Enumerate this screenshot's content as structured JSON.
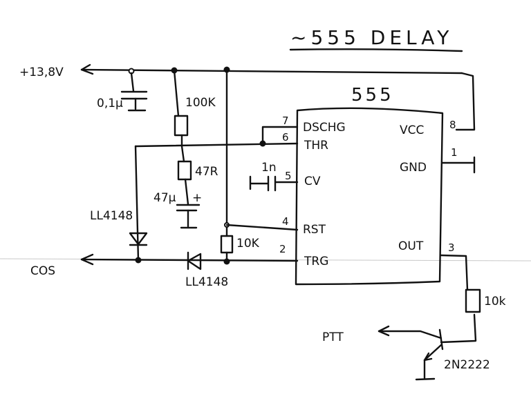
{
  "title": "~555 DELAY",
  "nets": {
    "supply": "+13,8V",
    "cos": "COS",
    "ptt": "PTT"
  },
  "ic": {
    "name": "555",
    "pins": [
      {
        "num": "7",
        "label": "DSCHG"
      },
      {
        "num": "6",
        "label": "THR"
      },
      {
        "num": "5",
        "label": "CV"
      },
      {
        "num": "4",
        "label": "RST"
      },
      {
        "num": "2",
        "label": "TRG"
      },
      {
        "num": "8",
        "label": "VCC"
      },
      {
        "num": "1",
        "label": "GND"
      },
      {
        "num": "3",
        "label": "OUT"
      }
    ]
  },
  "components": {
    "c_supply": "0,1µ",
    "r_timing": "100K",
    "r_series": "47R",
    "c_timing": "47µ",
    "c_timing_polarity": "+",
    "c_cv": "1n",
    "r_pullup": "10K",
    "d_left": "LL4148",
    "d_bottom": "LL4148",
    "r_base": "10k",
    "transistor": "2N2222"
  }
}
